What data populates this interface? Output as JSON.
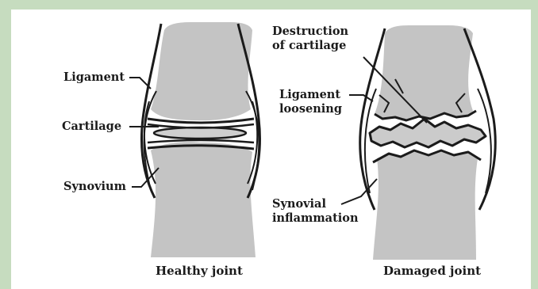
{
  "colors": {
    "background_green": "#c6dcbf",
    "panel": "#ffffff",
    "bone_fill": "#c4c4c4",
    "outline": "#1b1b1b"
  },
  "healthy": {
    "caption": "Healthy joint",
    "labels": {
      "ligament": "Ligament",
      "cartilage": "Cartilage",
      "synovium": "Synovium"
    }
  },
  "damaged": {
    "caption": "Damaged joint",
    "labels": {
      "destruction_line1": "Destruction",
      "destruction_line2": "of cartilage",
      "ligament_line1": "Ligament",
      "ligament_line2": "loosening",
      "synovial_line1": "Synovial",
      "synovial_line2": "inflammation"
    }
  }
}
